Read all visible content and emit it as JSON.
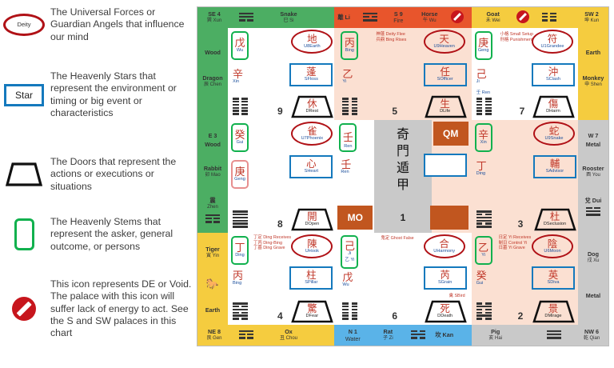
{
  "legend": {
    "items": [
      {
        "icon": "deity-circle-icon",
        "label": "Deity",
        "text": "The Universal Forces or Guardian Angels that influence our mind"
      },
      {
        "icon": "star-box-icon",
        "label": "Star",
        "text": "The Heavenly Stars that represent the environment or timing or big event or characteristics"
      },
      {
        "icon": "door-trapezoid-icon",
        "label": "",
        "text": "The Doors that represent the actions or executions or situations"
      },
      {
        "icon": "stem-greenbox-icon",
        "label": "",
        "text": "The Heavenly Stems that represent the asker, general outcome, or persons"
      },
      {
        "icon": "void-no-entry-icon",
        "label": "",
        "text": "This icon represents DE or Void.  The palace with this icon will suffer lack of energy to act.  See the S and SW palaces in this chart"
      }
    ]
  },
  "colors": {
    "wood_green": "#4cae63",
    "fire_red": "#e8552c",
    "earth_yellow": "#f5cc3f",
    "metal_gray": "#c9c9c9",
    "water_blue": "#5ab3e8",
    "body_wood": "#ffffff",
    "body_fire": "#fbe0d2",
    "body_earth": "#ffffff",
    "body_metal": "#fbe0d2",
    "deity_red": "#b01116",
    "star_blue": "#1479bd",
    "stem_green": "#11b14e",
    "door_black": "#111111",
    "center_block": "#c1561f"
  },
  "chart": {
    "center": {
      "vertical_text": "奇門遁甲",
      "number": "1",
      "qm_label": "QM",
      "mo_label": "MO"
    },
    "palaces": [
      {
        "pos": "SE",
        "element_color": "wood_green",
        "body_color": "body_wood",
        "number": "9",
        "void": false,
        "frame": {
          "corner": "SE 4",
          "corner_sub": "巽 Xun",
          "branch": "Snake",
          "branch_sub": "巳 Si",
          "element": "Wood",
          "animal": "Dragon",
          "animal_sub": "辰 Chen"
        },
        "deity": {
          "han": "地",
          "en": "U8Earth"
        },
        "star": {
          "han": "蓬",
          "en": "SFloss"
        },
        "door": {
          "han": "休",
          "en": "DRest"
        },
        "stem_boxed": {
          "han": "戊",
          "en": "Wu",
          "box": "green"
        },
        "stem_plain": {
          "han": "辛",
          "en": "Xin"
        },
        "note": ""
      },
      {
        "pos": "S",
        "element_color": "fire_red",
        "body_color": "body_fire",
        "number": "5",
        "void": true,
        "frame": {
          "corner": "",
          "corner_sub": "離 Li",
          "branch": "Horse",
          "branch_sub": "午 Wu",
          "element": "S 9",
          "element_sub": "Fire"
        },
        "deity": {
          "han": "天",
          "en": "U9Heaven"
        },
        "star": {
          "han": "任",
          "en": "SOfficer"
        },
        "door": {
          "han": "生",
          "en": "DLife"
        },
        "stem_boxed": {
          "han": "丙",
          "en": "Bing",
          "box": "green"
        },
        "stem_plain": {
          "han": "乙",
          "en": "Yi"
        },
        "note": "神蓬 Deity Flee\n兵鼎 Bing Rises"
      },
      {
        "pos": "SW",
        "element_color": "earth_yellow",
        "body_color": "body_earth",
        "number": "7",
        "void": true,
        "frame": {
          "corner": "SW 2",
          "corner_sub": "坤 Kun",
          "branch": "Goat",
          "branch_sub": "未 Wei",
          "element": "Earth",
          "animal": "Monkey",
          "animal_sub": "申 Shen"
        },
        "deity": {
          "han": "符",
          "en": "U1Grandee"
        },
        "star": {
          "han": "沖",
          "en": "SClash"
        },
        "door": {
          "han": "傷",
          "en": "DHarm"
        },
        "stem_boxed": {
          "han": "庚",
          "en": "Geng",
          "box": "green"
        },
        "stem_plain": {
          "han": "己",
          "en": "Ji",
          "extra": "壬 Ren"
        },
        "note": "小格 Small Setup\n刑格 Punishment"
      },
      {
        "pos": "E",
        "element_color": "wood_green",
        "body_color": "body_wood",
        "number": "8",
        "void": false,
        "frame": {
          "corner": "E 3",
          "corner_sub": "Wood",
          "animal": "Rabbit",
          "animal_sub": "卯 Mao",
          "trigram": "震",
          "trigram_sub": "Zhen"
        },
        "deity": {
          "han": "雀",
          "en": "U7Phoenix"
        },
        "star": {
          "han": "心",
          "en": "SHeart"
        },
        "door": {
          "han": "開",
          "en": "DOpen"
        },
        "stem_boxed": {
          "han": "癸",
          "en": "Gui",
          "box": "green"
        },
        "stem_plain": {
          "han": "庚",
          "en": "Geng",
          "box": "red"
        },
        "note": ""
      },
      {
        "pos": "W",
        "element_color": "metal_gray",
        "body_color": "body_metal",
        "number": "3",
        "void": false,
        "frame": {
          "corner": "W 7",
          "corner_sub": "Metal",
          "animal": "Rooster",
          "animal_sub": "酉 You",
          "trigram": "兌 Dui",
          "trigram_sub": ""
        },
        "deity": {
          "han": "蛇",
          "en": "U9Snake"
        },
        "star": {
          "han": "輔",
          "en": "SAdvisor"
        },
        "door": {
          "han": "杜",
          "en": "DSeclusion"
        },
        "stem_boxed": {
          "han": "辛",
          "en": "Xin",
          "box": "green"
        },
        "stem_plain": {
          "han": "丁",
          "en": "Ding"
        },
        "note": ""
      },
      {
        "pos": "NE",
        "element_color": "earth_yellow",
        "body_color": "body_earth",
        "number": "4",
        "void": false,
        "frame": {
          "corner": "NE 8",
          "corner_sub": "艮 Gen",
          "branch": "Ox",
          "branch_sub": "丑 Chou",
          "animal": "Tiger",
          "animal_sub": "寅 Yin",
          "element": "Earth"
        },
        "deity": {
          "han": "陳",
          "en": "UHook"
        },
        "star": {
          "han": "柱",
          "en": "SPillar"
        },
        "door": {
          "han": "驚",
          "en": "DFear"
        },
        "stem_boxed": {
          "han": "丁",
          "en": "Ding",
          "box": "green"
        },
        "stem_plain": {
          "han": "丙",
          "en": "Bing"
        },
        "note": "丁定 Ding Receives\n丁丙 Ding-Bing\n丁墓 Ding Grave"
      },
      {
        "pos": "N",
        "element_color": "water_blue",
        "body_color": "body_wood",
        "number": "6",
        "void": false,
        "frame": {
          "corner": "N 1",
          "corner_sub": "Water",
          "branch": "Rat",
          "branch_sub": "子 Zi",
          "trigram": "坎 Kan"
        },
        "deity": {
          "han": "合",
          "en": "UHarmony"
        },
        "star": {
          "han": "芮",
          "en": "SGrain"
        },
        "door": {
          "han": "死",
          "en": "DDeath"
        },
        "stem_boxed": {
          "han": "己",
          "en": "Ji",
          "extra": "乙 Yi",
          "box": "green"
        },
        "stem_plain": {
          "han": "戊",
          "en": "Wu"
        },
        "note": "鬼定 Ghost False",
        "substar": "禽 SBird"
      },
      {
        "pos": "NW",
        "element_color": "metal_gray",
        "body_color": "body_metal",
        "number": "2",
        "void": false,
        "frame": {
          "corner": "NW 6",
          "corner_sub": "乾 Qian",
          "branch": "Pig",
          "branch_sub": "亥 Hai",
          "animal": "Dog",
          "animal_sub": "戌 Xu",
          "element": "Metal"
        },
        "deity": {
          "han": "陰",
          "en": "U6Moon"
        },
        "star": {
          "han": "英",
          "en": "SDiva"
        },
        "door": {
          "han": "景",
          "en": "DMirage"
        },
        "stem_boxed": {
          "han": "乙",
          "en": "Yi",
          "box": "green"
        },
        "stem_plain": {
          "han": "癸",
          "en": "Gui"
        },
        "note": "日定 Yi Receives\n制日 Control Yi\n日墓 Yi Grave"
      }
    ]
  }
}
